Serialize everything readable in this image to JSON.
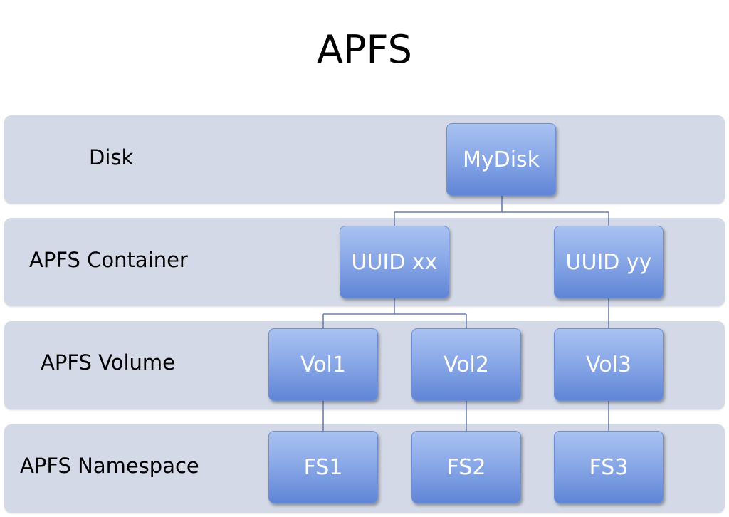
{
  "title": "APFS",
  "layers": {
    "disk": "Disk",
    "container": "APFS Container",
    "volume": "APFS Volume",
    "namespace": "APFS Namespace"
  },
  "nodes": {
    "mydisk": "MyDisk",
    "uuid_xx": "UUID xx",
    "uuid_yy": "UUID yy",
    "vol1": "Vol1",
    "vol2": "Vol2",
    "vol3": "Vol3",
    "fs1": "FS1",
    "fs2": "FS2",
    "fs3": "FS3"
  },
  "colors": {
    "band": "#d3d9e6",
    "node_top": "#a9c2f2",
    "node_bottom": "#5f85d6",
    "connector": "#6a7fae"
  }
}
